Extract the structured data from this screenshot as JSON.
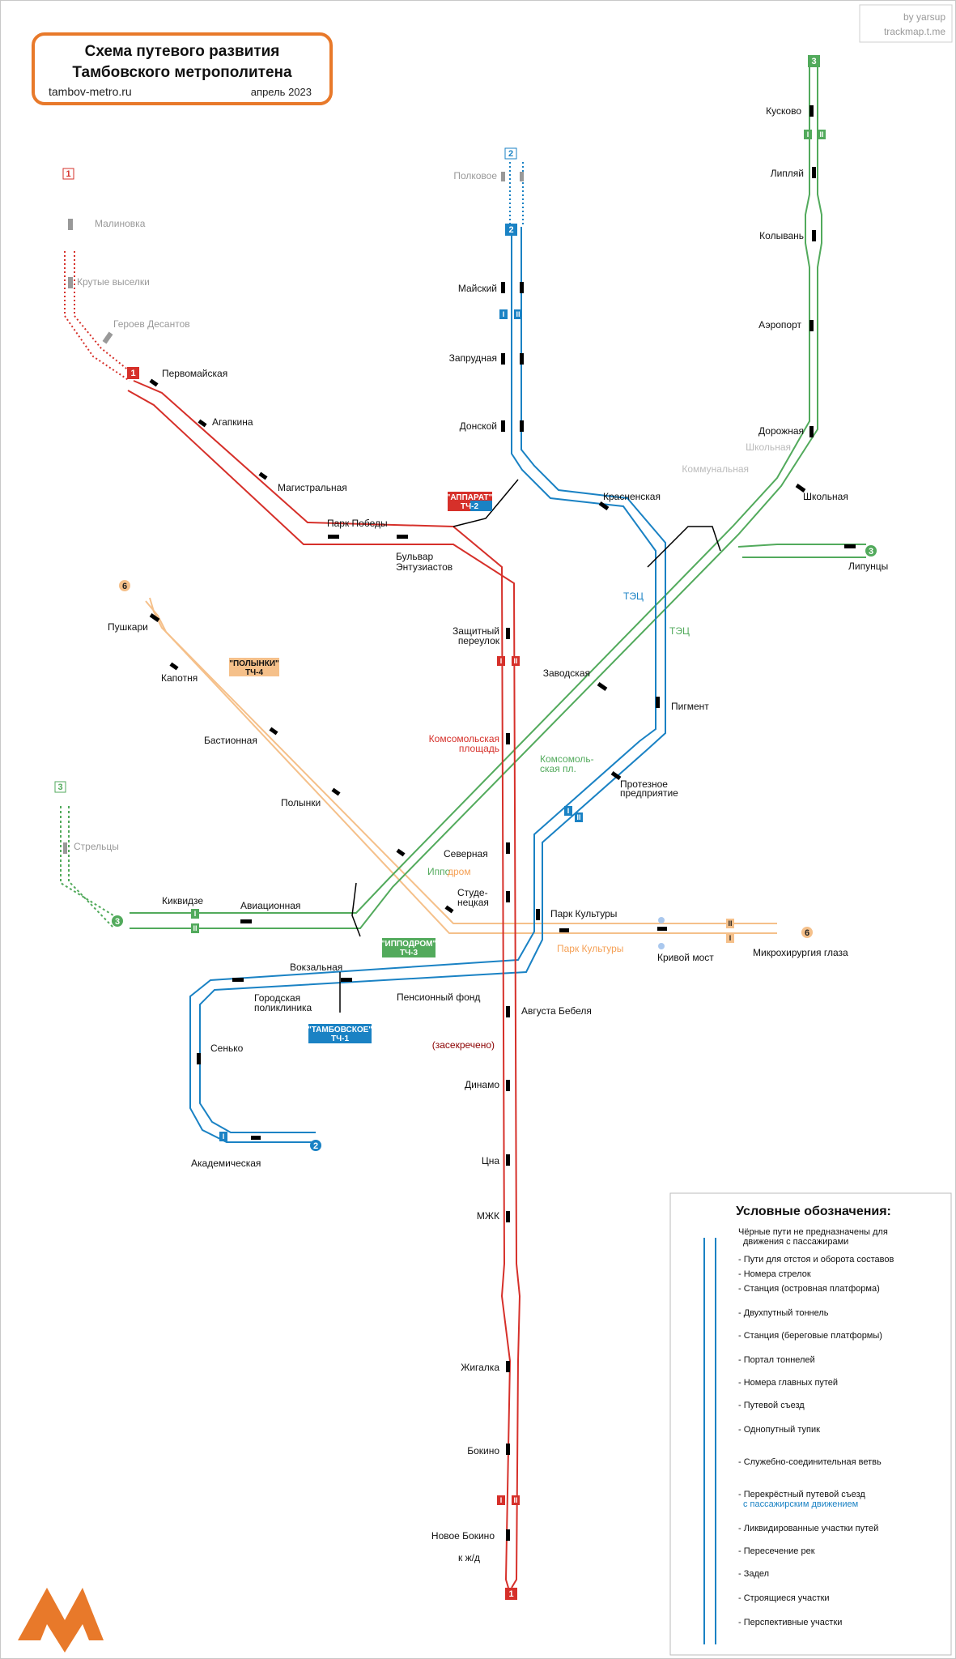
{
  "header": {
    "title_line1": "Схема путевого развития",
    "title_line2": "Тамбовского метрополитена",
    "site": "tambov-metro.ru",
    "date": "апрель 2023"
  },
  "credits": {
    "author": "by yarsup",
    "channel": "trackmap.t.me"
  },
  "colors": {
    "line1": "#d6302a",
    "line2": "#1a82c4",
    "line3": "#52aa5c",
    "line6": "#f5c08a",
    "service": "#000000",
    "prospective": "#999999",
    "accent": "#e8792a"
  },
  "lines": [
    {
      "number": "1",
      "color": "#d6302a",
      "stations": [
        "Малиновка",
        "Крутые выселки",
        "Героев Десантов",
        "Первомайская",
        "Агапкина",
        "Магистральная",
        "Парк Победы",
        "Бульвар Энтузиастов",
        "Защитный переулок",
        "Комсомольская площадь",
        "Северная",
        "Студе-нецкая",
        "Парк Культуры",
        "Августа Бебеля",
        "Динамо",
        "Цна",
        "МЖК",
        "Жигалка",
        "Бокино",
        "Новое Бокино"
      ]
    },
    {
      "number": "2",
      "color": "#1a82c4",
      "stations": [
        "Полковое",
        "Майский",
        "Запрудная",
        "Донской",
        "Красненская",
        "ТЭЦ",
        "Пигмент",
        "Протезное предприятие",
        "Парк Культуры",
        "Вокзальная",
        "Городская поликлиника",
        "Пенсионный фонд",
        "Сенько",
        "Академическая"
      ]
    },
    {
      "number": "3",
      "color": "#52aa5c",
      "stations": [
        "Кусково",
        "Липляй",
        "Колывань",
        "Аэропорт",
        "Дорожная",
        "Школьная",
        "Коммунальная",
        "Липунцы",
        "ТЭЦ",
        "Заводская",
        "Комсомоль-ская пл.",
        "Ипподром",
        "Авиационная",
        "Киквидзе",
        "Стрельцы"
      ]
    },
    {
      "number": "6",
      "color": "#f5c08a",
      "stations": [
        "Пушкари",
        "Капотня",
        "Бастионная",
        "Полынки",
        "Ипподром",
        "Парк Культуры",
        "Кривой мост",
        "Микрохирургия глаза"
      ]
    }
  ],
  "labels": {
    "malinovka": "Малиновка",
    "krutye": "Крутые выселки",
    "geroev": "Героев Десантов",
    "pervomay": "Первомайская",
    "agapkina": "Агапкина",
    "magistr": "Магистральная",
    "park_pobedy": "Парк Победы",
    "bulvar": "Бульвар",
    "entuz": "Энтузиастов",
    "zaschit1": "Защитный",
    "zaschit2": "переулок",
    "komsomol1": "Комсомольская",
    "komsomol2": "площадь",
    "severnaya": "Северная",
    "stud1": "Студе-",
    "stud2": "нецкая",
    "park_kult": "Парк Культуры",
    "park_kult6": "Парк Культуры",
    "avg_bebel": "Августа Бебеля",
    "zasekr": "(засекречено)",
    "dinamo": "Динамо",
    "cna": "Цна",
    "mzhk": "МЖК",
    "zhigalka": "Жигалка",
    "bokino": "Бокино",
    "nov_bokino": "Новое Бокино",
    "kzhd": "к ж/д",
    "polkovoe": "Полковое",
    "mayskiy": "Майский",
    "zaprud": "Запрудная",
    "donskoy": "Донской",
    "krasnen": "Красненская",
    "tec2": "ТЭЦ",
    "tec3": "ТЭЦ",
    "pigment": "Пигмент",
    "protez1": "Протезное",
    "protez2": "предприятие",
    "vokzal": "Вокзальная",
    "gorpol1": "Городская",
    "gorpol2": "поликлиника",
    "pension": "Пенсионный фонд",
    "senko": "Сенько",
    "akadem": "Академическая",
    "kuskovo": "Кусково",
    "liplyay": "Липляй",
    "kolyvan": "Колывань",
    "aeroport": "Аэропорт",
    "dorozh": "Дорожная",
    "shkol_p": "Школьная",
    "shkolnaya": "Школьная",
    "kommun": "Коммунальная",
    "lipuncy": "Липунцы",
    "zavod": "Заводская",
    "kompl1": "Комсомоль-",
    "kompl2": "ская пл.",
    "ippo1": "Иппо",
    "ippo2": "дром",
    "aviac": "Авиационная",
    "kikv": "Киквидзе",
    "strelcy": "Стрельцы",
    "pushkari": "Пушкари",
    "kapotnya": "Капотня",
    "bastion": "Бастионная",
    "polynki": "Полынки",
    "kriv": "Кривой мост",
    "mikro": "Микрохирургия глаза"
  },
  "depots": [
    {
      "name1": "\"АППАРАТ\"",
      "name2": "ТЧ-2",
      "color": "#d6302a",
      "color2": "#1a82c4"
    },
    {
      "name1": "\"ПОЛЫНКИ\"",
      "name2": "ТЧ-4",
      "color": "#f5c08a"
    },
    {
      "name1": "\"ИППОДРОМ\"",
      "name2": "ТЧ-3",
      "color": "#52aa5c"
    },
    {
      "name1": "\"ТАМБОВСКОЕ\"",
      "name2": "ТЧ-1",
      "color": "#1a82c4"
    }
  ],
  "legend": {
    "title": "Условные обозначения:",
    "items": [
      "Чёрные пути не предназначены для",
      "движения с пассажирами",
      "Пути для отстоя и оборота составов",
      "Номера стрелок",
      "Станция (островная платформа)",
      "Двухпутный тоннель",
      "Станция (береговые платформы)",
      "Портал тоннелей",
      "Номера главных путей",
      "Путевой съезд",
      "Однопутный тупик",
      "Служебно-соединительная ветвь",
      "Перекрёстный путевой съезд",
      "с пассажирским движением",
      "Ликвидированные участки путей",
      "Пересечение рек",
      "Задел",
      "Строящиеся участки",
      "Перспективные участки"
    ]
  },
  "track_numbers": {
    "one": "I",
    "two": "II"
  }
}
